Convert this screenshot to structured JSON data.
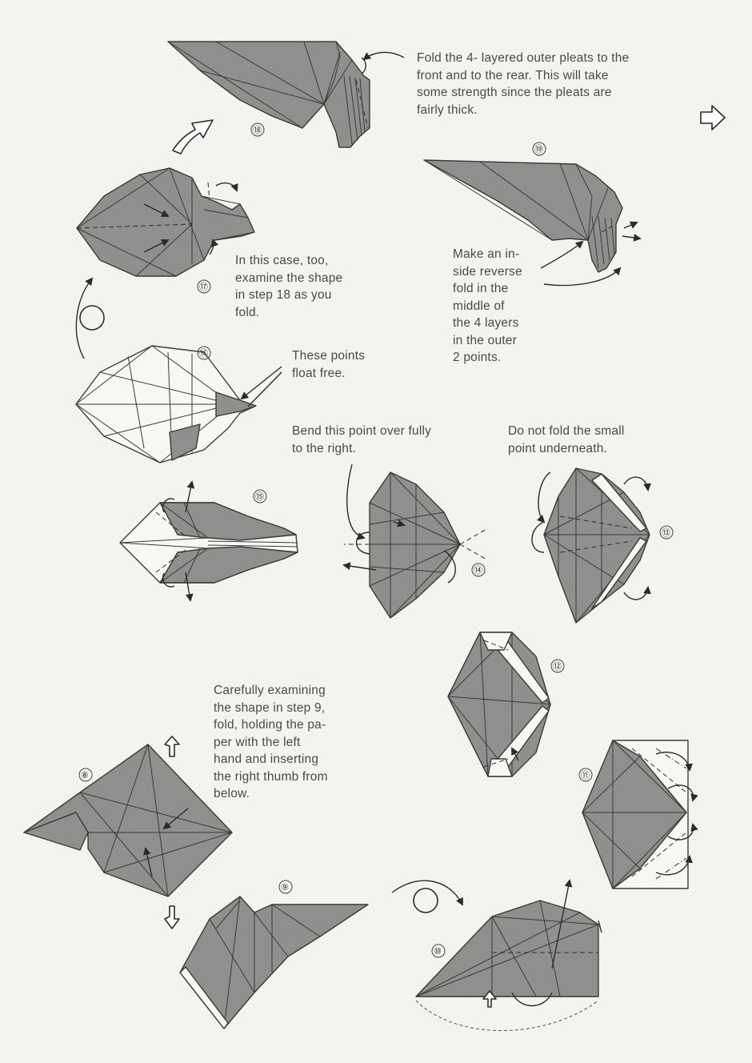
{
  "instructions": {
    "step18_note": "Fold the 4- layered outer pleats to the\nfront and to the rear. This will take\nsome strength since the pleats are\nfairly thick.",
    "step19_note": "Make an in-\nside reverse\nfold in the\nmiddle of\nthe 4 layers\nin the outer\n2 points.",
    "step17_note": "In this case, too,\nexamine the shape\nin step 18 as you\nfold.",
    "step16_note": "These points\nfloat free.",
    "step14_note": "Bend this point over fully\nto the right.",
    "step13_note": "Do not fold the small\npoint underneath.",
    "step8_note": "Carefully examining\nthe shape in step 9,\nfold, holding the pa-\nper with the left\nhand and inserting\nthe right thumb from\nbelow."
  },
  "steps": {
    "s8": "⑧",
    "s9": "⑨",
    "s10": "⑩",
    "s11": "⑪",
    "s12": "⑫",
    "s13": "⑬",
    "s14": "⑭",
    "s15": "⑮",
    "s16": "⑯",
    "s17": "⑰",
    "s18": "⑱",
    "s19": "⑲"
  },
  "icons": {
    "next_page": "hollow-arrow-right-icon",
    "turn_over": "turn-over-icon"
  },
  "colors": {
    "paper": "#8f908d",
    "paper_light": "#f7f7f4",
    "line": "#3a3a3a",
    "text": "#4a4a4a",
    "background": "#f3f3f0"
  }
}
